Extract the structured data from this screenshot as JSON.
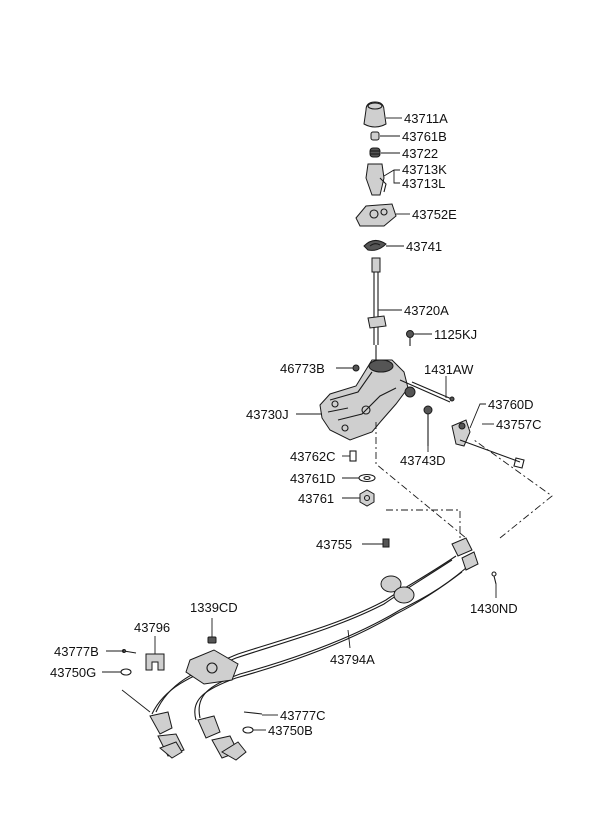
{
  "diagram": {
    "parts": [
      {
        "id": "p43711A",
        "label": "43711A"
      },
      {
        "id": "p43761B",
        "label": "43761B"
      },
      {
        "id": "p43722",
        "label": "43722"
      },
      {
        "id": "p43713K",
        "label": "43713K"
      },
      {
        "id": "p43713L",
        "label": "43713L"
      },
      {
        "id": "p43752E",
        "label": "43752E"
      },
      {
        "id": "p43741",
        "label": "43741"
      },
      {
        "id": "p43720A",
        "label": "43720A"
      },
      {
        "id": "p1125KJ",
        "label": "1125KJ"
      },
      {
        "id": "p46773B",
        "label": "46773B"
      },
      {
        "id": "p1431AW",
        "label": "1431AW"
      },
      {
        "id": "p43760D",
        "label": "43760D"
      },
      {
        "id": "p43730J",
        "label": "43730J"
      },
      {
        "id": "p43757C",
        "label": "43757C"
      },
      {
        "id": "p43762C",
        "label": "43762C"
      },
      {
        "id": "p43743D",
        "label": "43743D"
      },
      {
        "id": "p43761D",
        "label": "43761D"
      },
      {
        "id": "p43761",
        "label": "43761"
      },
      {
        "id": "p43755",
        "label": "43755"
      },
      {
        "id": "p1430ND",
        "label": "1430ND"
      },
      {
        "id": "p1339CD",
        "label": "1339CD"
      },
      {
        "id": "p43796",
        "label": "43796"
      },
      {
        "id": "p43794A",
        "label": "43794A"
      },
      {
        "id": "p43777B",
        "label": "43777B"
      },
      {
        "id": "p43750G",
        "label": "43750G"
      },
      {
        "id": "p43777C",
        "label": "43777C"
      },
      {
        "id": "p43750B",
        "label": "43750B"
      }
    ]
  }
}
